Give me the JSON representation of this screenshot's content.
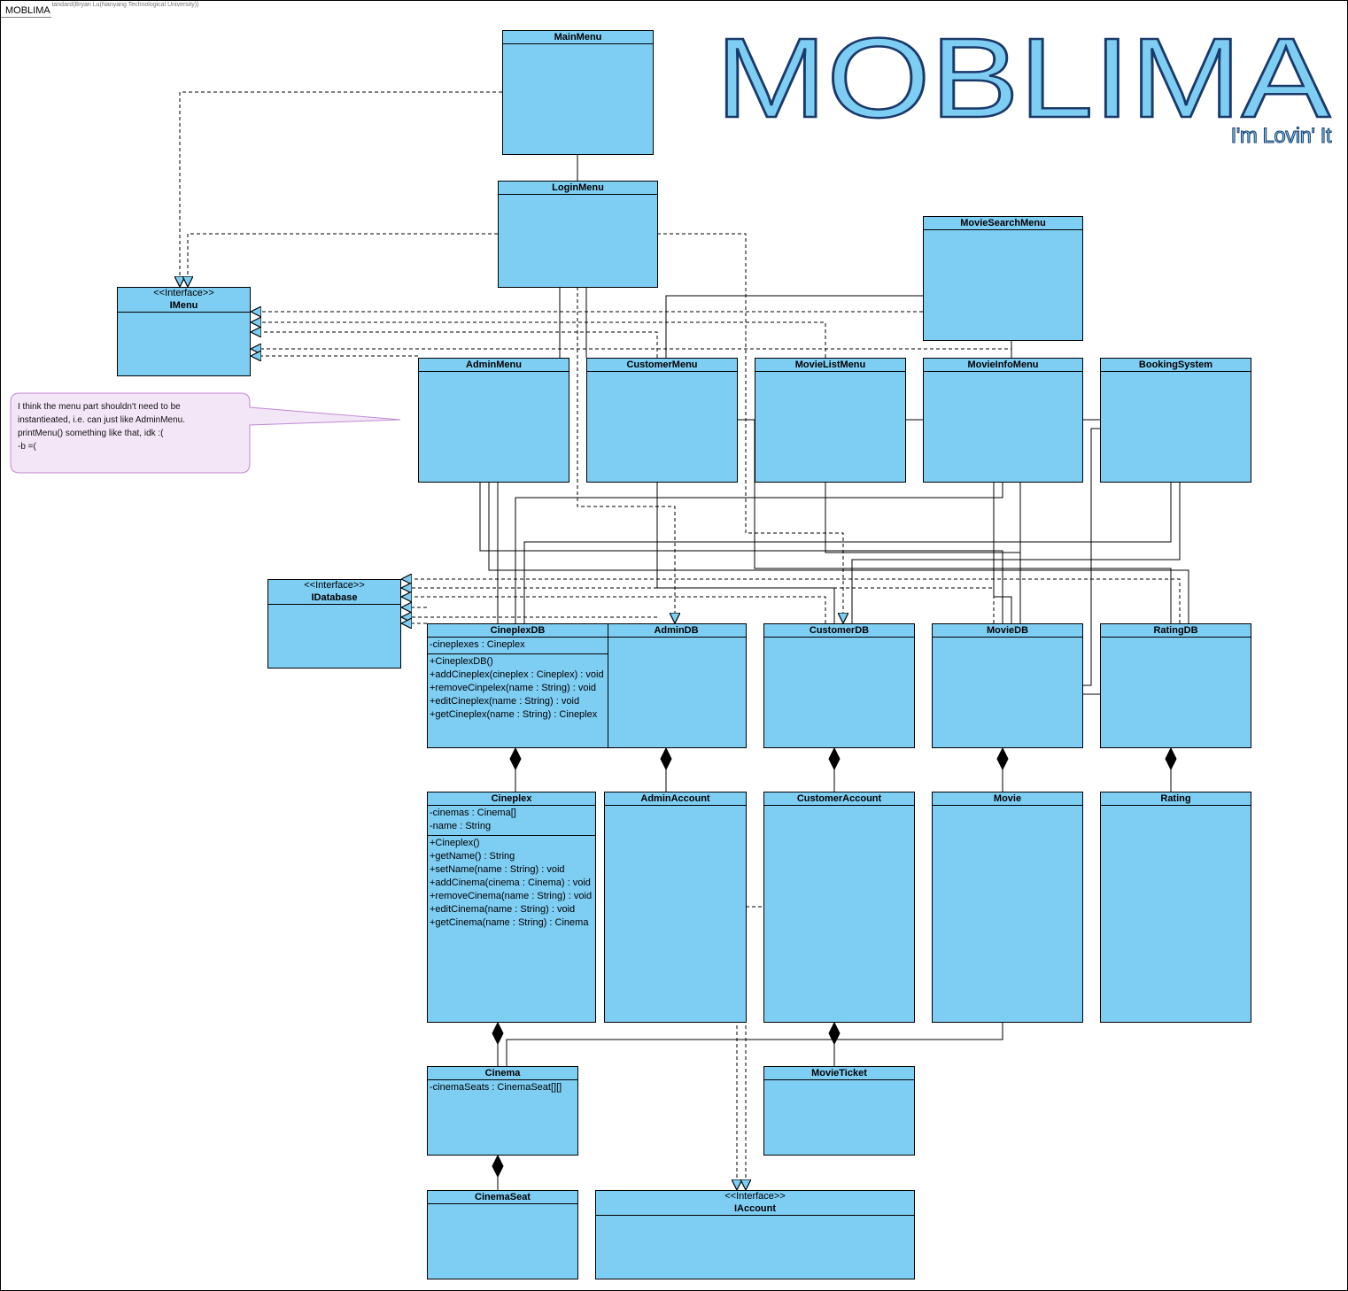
{
  "diagram": {
    "frame_label": "MOBLIMA",
    "watermark": "Visual Paradigm Standard(Bryan Lu(Nanyang Technological University))",
    "brand_title": "MOBLIMA",
    "brand_tagline": "I'm Lovin' It",
    "note": [
      "I think the menu part shouldn't need to be",
      "instantieated, i.e. can just like AdminMenu.",
      "printMenu() something like that, idk :(",
      "-b =("
    ],
    "colors": {
      "class_fill": "#7ecdf3",
      "note_fill": "#f3e6f7",
      "note_border": "#c08ad6",
      "line": "#000000"
    },
    "classes": {
      "mainmenu": {
        "name": "MainMenu"
      },
      "loginmenu": {
        "name": "LoginMenu"
      },
      "moviesearchmenu": {
        "name": "MovieSearchMenu"
      },
      "imenu": {
        "stereotype": "<<Interface>>",
        "name": "IMenu"
      },
      "adminmenu": {
        "name": "AdminMenu"
      },
      "customermenu": {
        "name": "CustomerMenu"
      },
      "movielistmenu": {
        "name": "MovieListMenu"
      },
      "movieinfomenu": {
        "name": "MovieInfoMenu"
      },
      "bookingsystem": {
        "name": "BookingSystem"
      },
      "idatabase": {
        "stereotype": "<<Interface>>",
        "name": "IDatabase"
      },
      "cineplexdb": {
        "name": "CineplexDB",
        "attributes": [
          "-cineplexes : Cineplex"
        ],
        "operations": [
          "+CineplexDB()",
          "+addCineplex(cineplex : Cineplex) : void",
          "+removeCinpelex(name : String) : void",
          "+editCineplex(name : String) : void",
          "+getCineplex(name : String) : Cineplex"
        ]
      },
      "admindb": {
        "name": "AdminDB"
      },
      "customerdb": {
        "name": "CustomerDB"
      },
      "moviedb": {
        "name": "MovieDB"
      },
      "ratingdb": {
        "name": "RatingDB"
      },
      "cineplex": {
        "name": "Cineplex",
        "attributes": [
          "-cinemas : Cinema[]",
          "-name : String"
        ],
        "operations": [
          "+Cineplex()",
          "+getName() : String",
          "+setName(name : String) : void",
          "+addCinema(cinema : Cinema) : void",
          "+removeCinema(name : String) : void",
          "+editCinema(name : String) : void",
          "+getCinema(name : String) : Cinema"
        ]
      },
      "adminaccount": {
        "name": "AdminAccount"
      },
      "customeraccount": {
        "name": "CustomerAccount"
      },
      "movie": {
        "name": "Movie"
      },
      "rating": {
        "name": "Rating"
      },
      "cinema": {
        "name": "Cinema",
        "attributes": [
          "-cinemaSeats : CinemaSeat[][]"
        ]
      },
      "movieticket": {
        "name": "MovieTicket"
      },
      "cinemaseat": {
        "name": "CinemaSeat"
      },
      "iaccount": {
        "stereotype": "<<Interface>>",
        "name": "IAccount"
      }
    }
  }
}
